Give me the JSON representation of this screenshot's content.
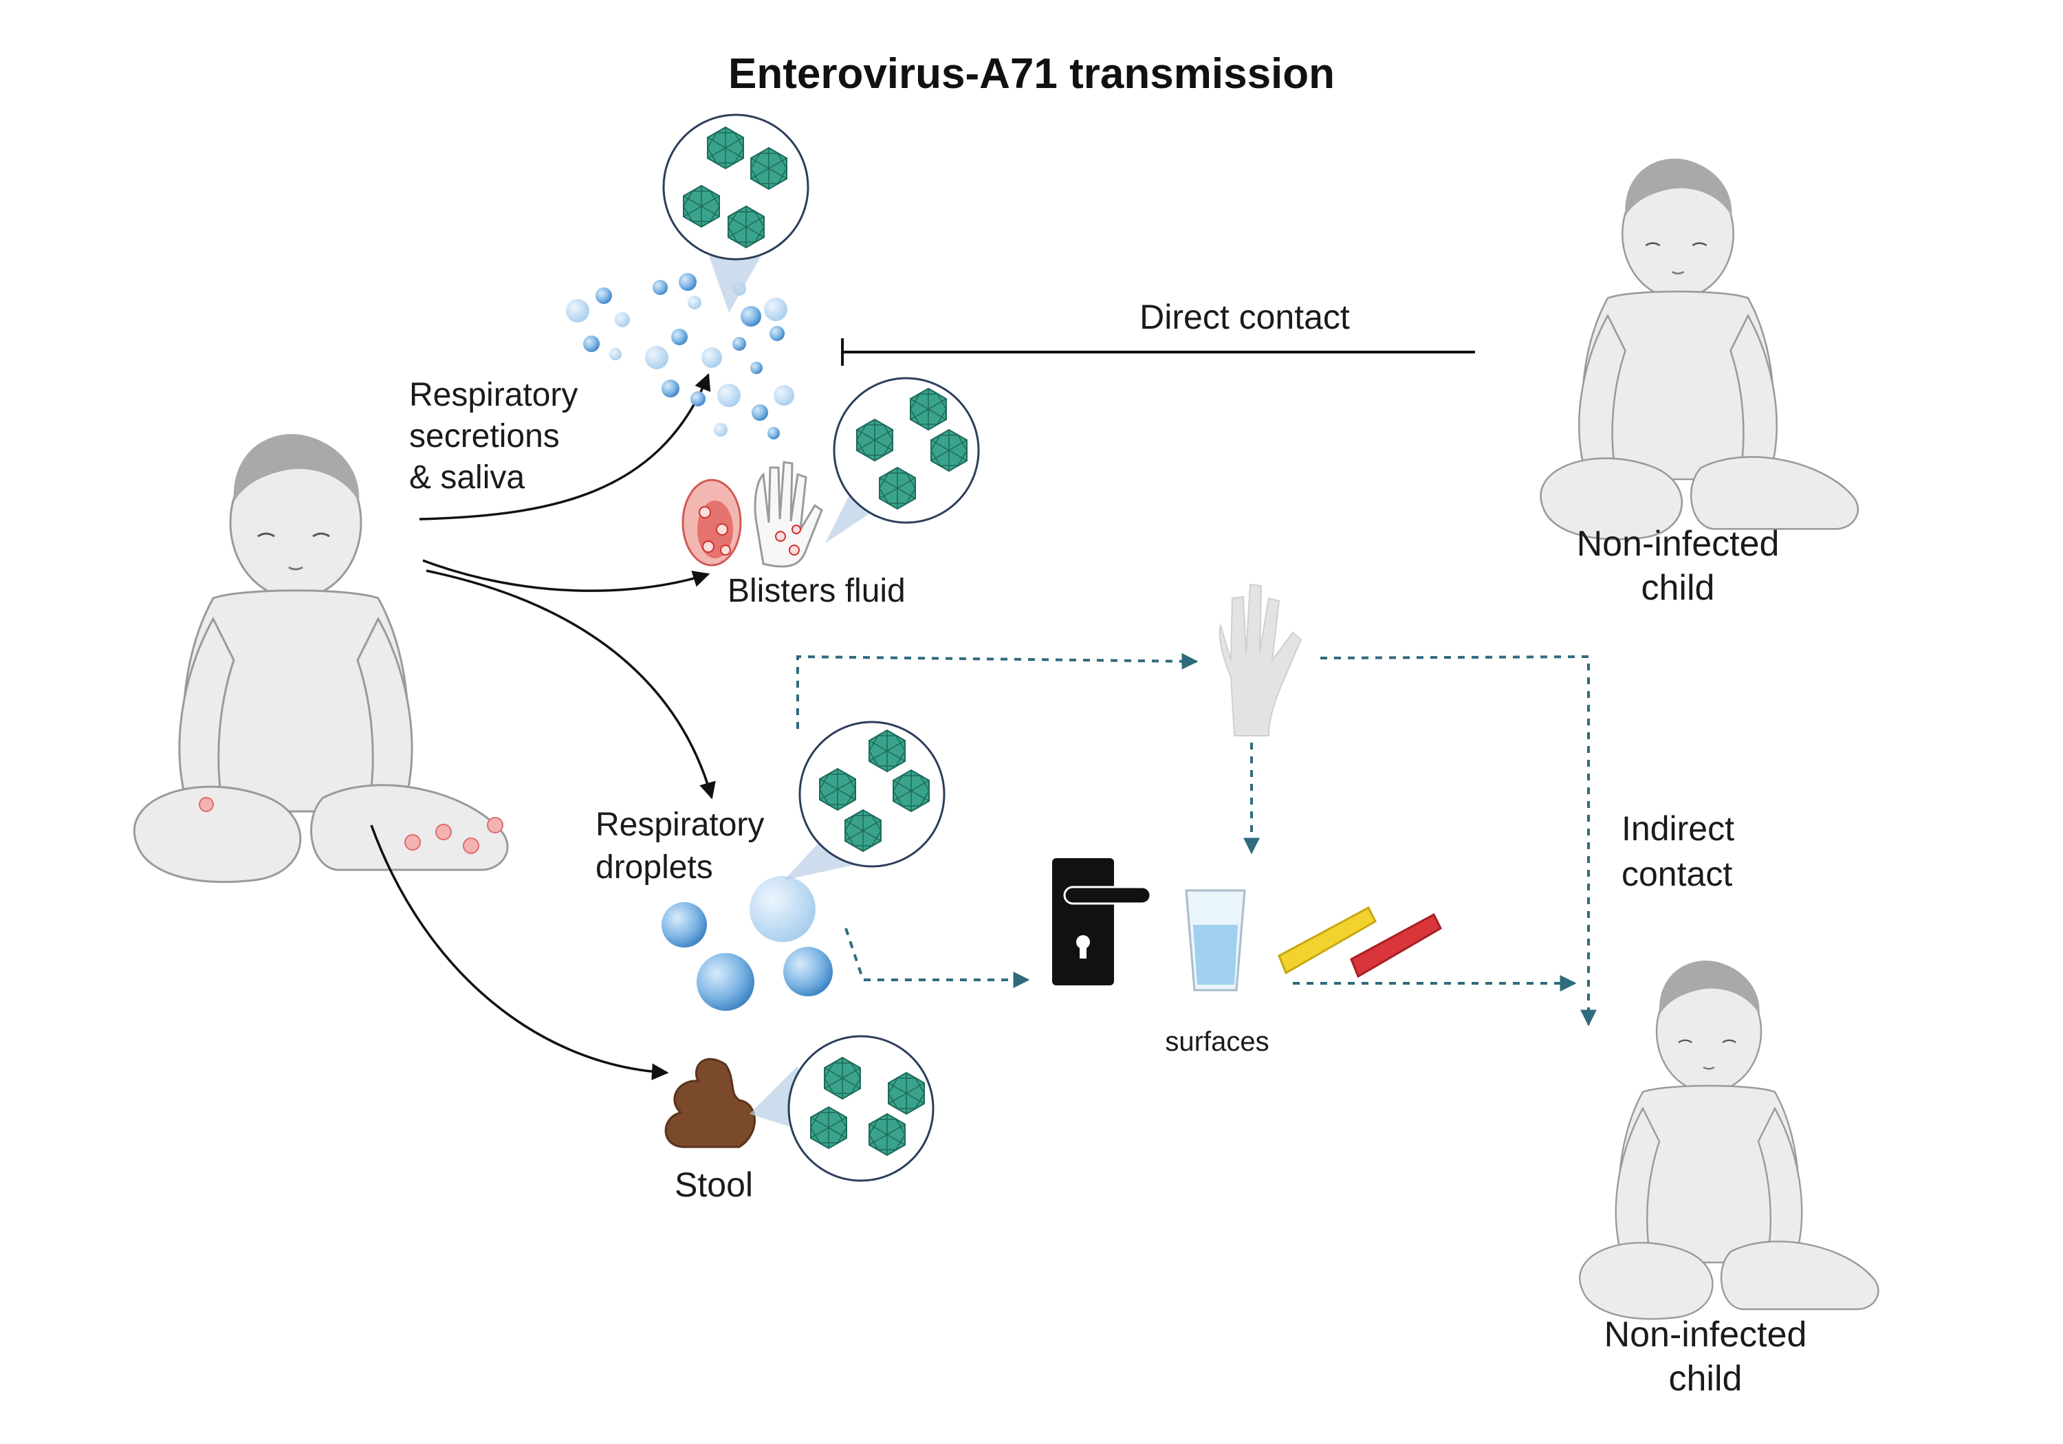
{
  "title": "Enterovirus-A71 transmission",
  "labels": {
    "respiratory_secretions": [
      "Respiratory",
      "secretions",
      "& saliva"
    ],
    "blisters": "Blisters fluid",
    "respiratory_droplets": [
      "Respiratory",
      "droplets"
    ],
    "stool": "Stool",
    "direct_contact": "Direct contact",
    "indirect_contact": [
      "Indirect",
      "contact"
    ],
    "surfaces": "surfaces",
    "non_infected_top": [
      "Non-infected",
      "child"
    ],
    "non_infected_bottom": [
      "Non-infected",
      "child"
    ]
  },
  "colors": {
    "virus": "#3aa38c",
    "dashed_arrow": "#2f6b7d",
    "droplet_blue": "#5b9ed6",
    "stool_brown": "#7a4a2a",
    "toy_yellow": "#f2d22e",
    "toy_red": "#d9353a"
  },
  "icons": [
    "infected-baby-icon",
    "droplets-icon",
    "mouth-blisters-icon",
    "hand-blisters-icon",
    "stool-icon",
    "hand-icon",
    "door-handle-icon",
    "glass-icon",
    "toy-blocks-icon",
    "non-infected-baby-icon"
  ]
}
